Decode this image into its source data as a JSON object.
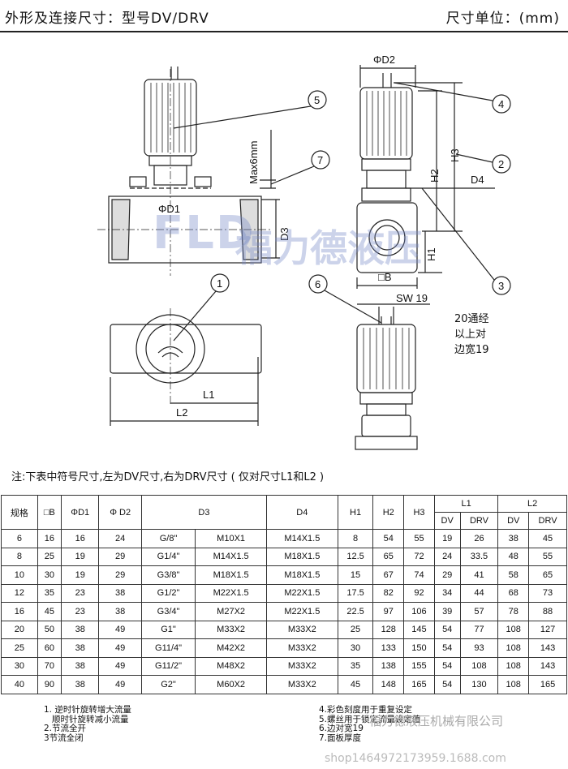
{
  "header": {
    "title": "外形及连接尺寸：型号DV/DRV",
    "unit": "尺寸单位：(mm)"
  },
  "drawing": {
    "labels": {
      "d1": "ΦD1",
      "d2": "ΦD2",
      "d3": "D3",
      "d4": "D4",
      "h1": "H1",
      "h2": "H2",
      "h3": "H3",
      "b": "□B",
      "max": "Max6mm",
      "sw": "SW 19",
      "l1": "L1",
      "l2": "L2"
    },
    "callouts": [
      "1",
      "2",
      "3",
      "4",
      "5",
      "6",
      "7"
    ],
    "side_note": [
      "20通经",
      "以上对",
      "边宽19"
    ]
  },
  "watermark": {
    "latin": "FLD",
    "cn": "福力德液压"
  },
  "note": "注:下表中符号尺寸,左为DV尺寸,右为DRV尺寸 ( 仅对尺寸L1和L2 )",
  "table": {
    "headers": {
      "spec": "规格",
      "b": "□B",
      "d1": "ΦD1",
      "d2": "Φ D2",
      "d3": "D3",
      "d4": "D4",
      "h1": "H1",
      "h2": "H2",
      "h3": "H3",
      "l1": "L1",
      "l2": "L2",
      "dv": "DV",
      "drv": "DRV"
    },
    "rows": [
      [
        "6",
        "16",
        "16",
        "24",
        "G/8\"",
        "M10X1",
        "M14X1.5",
        "8",
        "54",
        "55",
        "19",
        "26",
        "38",
        "45"
      ],
      [
        "8",
        "25",
        "19",
        "29",
        "G1/4\"",
        "M14X1.5",
        "M18X1.5",
        "12.5",
        "65",
        "72",
        "24",
        "33.5",
        "48",
        "55"
      ],
      [
        "10",
        "30",
        "19",
        "29",
        "G3/8\"",
        "M18X1.5",
        "M18X1.5",
        "15",
        "67",
        "74",
        "29",
        "41",
        "58",
        "65"
      ],
      [
        "12",
        "35",
        "23",
        "38",
        "G1/2\"",
        "M22X1.5",
        "M22X1.5",
        "17.5",
        "82",
        "92",
        "34",
        "44",
        "68",
        "73"
      ],
      [
        "16",
        "45",
        "23",
        "38",
        "G3/4\"",
        "M27X2",
        "M22X1.5",
        "22.5",
        "97",
        "106",
        "39",
        "57",
        "78",
        "88"
      ],
      [
        "20",
        "50",
        "38",
        "49",
        "G1\"",
        "M33X2",
        "M33X2",
        "25",
        "128",
        "145",
        "54",
        "77",
        "108",
        "127"
      ],
      [
        "25",
        "60",
        "38",
        "49",
        "G11/4\"",
        "M42X2",
        "M33X2",
        "30",
        "133",
        "150",
        "54",
        "93",
        "108",
        "143"
      ],
      [
        "30",
        "70",
        "38",
        "49",
        "G11/2\"",
        "M48X2",
        "M33X2",
        "35",
        "138",
        "155",
        "54",
        "108",
        "108",
        "143"
      ],
      [
        "40",
        "90",
        "38",
        "49",
        "G2\"",
        "M60X2",
        "M33X2",
        "45",
        "148",
        "165",
        "54",
        "130",
        "108",
        "165"
      ]
    ]
  },
  "footnotes": {
    "left": [
      "1. 逆时针旋转增大流量",
      "   顺时针旋转减小流量",
      "2.节流全开",
      "3节流全闭"
    ],
    "right": [
      "4.彩色刻度用于重复设定",
      "5.螺丝用于锁定流量设定值",
      "6.边对宽19",
      "7.面板厚度"
    ]
  },
  "footer": {
    "company": "福力德液压机械有限公司",
    "shop": "shop1464972173959.1688.com"
  }
}
